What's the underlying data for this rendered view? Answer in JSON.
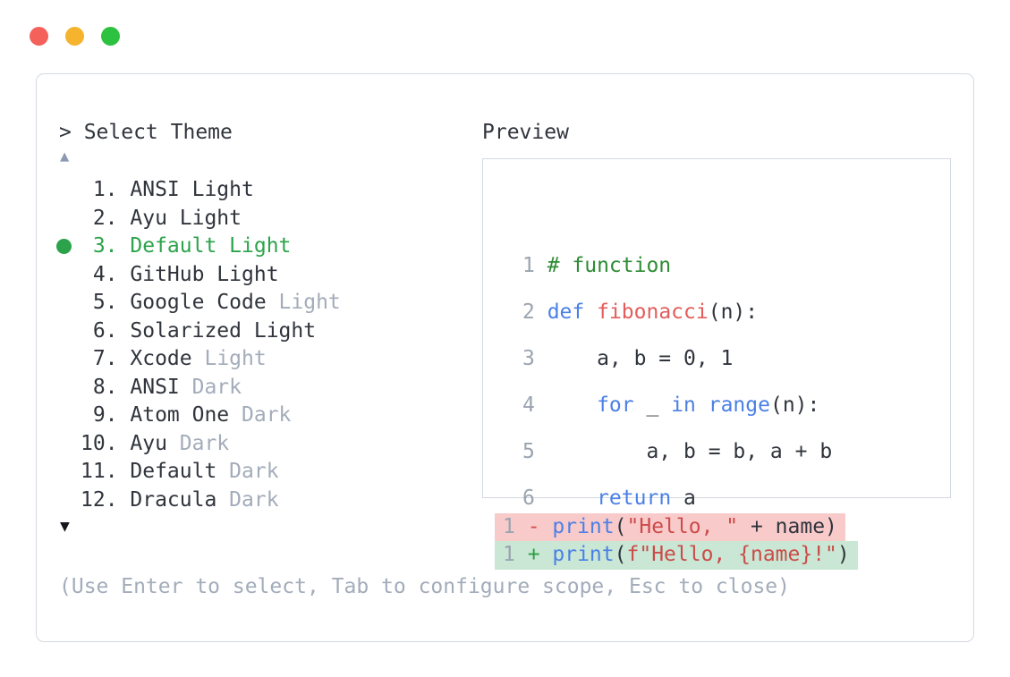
{
  "colors": {
    "text": "#30343c",
    "muted": "#a3acba",
    "green": "#2ca34a",
    "border": "#d4d9e1",
    "kw": "#4b80e5",
    "fn": "#e25d5c",
    "str": "#cb4b49",
    "com": "#2e8c35",
    "lnum": "#9aa4b0",
    "minus": "#d84f4b",
    "plus": "#2f9e44",
    "removed-bg": "#f8caca",
    "added-bg": "#c9e7d4",
    "arrow-up": "#8c99b1",
    "arrow-down": "#16161f"
  },
  "window": {
    "traffic_lights": [
      {
        "name": "close",
        "color": "#f4615b"
      },
      {
        "name": "minimize",
        "color": "#f5b32e"
      },
      {
        "name": "zoom",
        "color": "#2cc13e"
      }
    ]
  },
  "selector": {
    "prompt": "> Select Theme",
    "scroll_up": "▲",
    "scroll_down": "▼",
    "hint": "(Use Enter to select, Tab to configure scope, Esc to close)",
    "items": [
      {
        "num": "1.",
        "name": "ANSI Light",
        "variant": "",
        "selected": false
      },
      {
        "num": "2.",
        "name": "Ayu Light",
        "variant": "",
        "selected": false
      },
      {
        "num": "3.",
        "name": "Default Light",
        "variant": "",
        "selected": true
      },
      {
        "num": "4.",
        "name": "GitHub Light",
        "variant": "",
        "selected": false
      },
      {
        "num": "5.",
        "name": "Google Code",
        "variant": "Light",
        "selected": false
      },
      {
        "num": "6.",
        "name": "Solarized Light",
        "variant": "",
        "selected": false
      },
      {
        "num": "7.",
        "name": "Xcode",
        "variant": "Light",
        "selected": false
      },
      {
        "num": "8.",
        "name": "ANSI",
        "variant": "Dark",
        "selected": false
      },
      {
        "num": "9.",
        "name": "Atom One",
        "variant": "Dark",
        "selected": false
      },
      {
        "num": "10.",
        "name": "Ayu",
        "variant": "Dark",
        "selected": false
      },
      {
        "num": "11.",
        "name": "Default",
        "variant": "Dark",
        "selected": false
      },
      {
        "num": "12.",
        "name": "Dracula",
        "variant": "Dark",
        "selected": false
      }
    ]
  },
  "preview": {
    "title": "Preview",
    "lines": [
      {
        "num": "1",
        "type": "code",
        "tokens": [
          [
            "com",
            "# function"
          ]
        ]
      },
      {
        "num": "2",
        "type": "code",
        "tokens": [
          [
            "kw",
            "def"
          ],
          [
            "pl",
            " "
          ],
          [
            "fn",
            "fibonacci"
          ],
          [
            "pl",
            "(n):"
          ]
        ]
      },
      {
        "num": "3",
        "type": "code",
        "tokens": [
          [
            "pl",
            "    a, b = 0, 1"
          ]
        ]
      },
      {
        "num": "4",
        "type": "code",
        "tokens": [
          [
            "pl",
            "    "
          ],
          [
            "kw",
            "for"
          ],
          [
            "pl",
            " _ "
          ],
          [
            "kw",
            "in"
          ],
          [
            "pl",
            " "
          ],
          [
            "kw",
            "range"
          ],
          [
            "pl",
            "(n):"
          ]
        ]
      },
      {
        "num": "5",
        "type": "code",
        "tokens": [
          [
            "pl",
            "        a, b = b, a + b"
          ]
        ]
      },
      {
        "num": "6",
        "type": "code",
        "tokens": [
          [
            "pl",
            "    "
          ],
          [
            "kw",
            "return"
          ],
          [
            "pl",
            " a"
          ]
        ]
      },
      {
        "num": "",
        "type": "blank",
        "tokens": []
      },
      {
        "num": "1",
        "type": "removed",
        "tokens": [
          [
            "minus",
            "- "
          ],
          [
            "kw",
            "print"
          ],
          [
            "pl",
            "("
          ],
          [
            "str",
            "\"Hello, \""
          ],
          [
            "pl",
            " + name)"
          ]
        ]
      },
      {
        "num": "1",
        "type": "added",
        "tokens": [
          [
            "plus",
            "+ "
          ],
          [
            "kw",
            "print"
          ],
          [
            "pl",
            "("
          ],
          [
            "str",
            "f\"Hello, {name}!\""
          ],
          [
            "pl",
            ")"
          ]
        ]
      }
    ]
  }
}
